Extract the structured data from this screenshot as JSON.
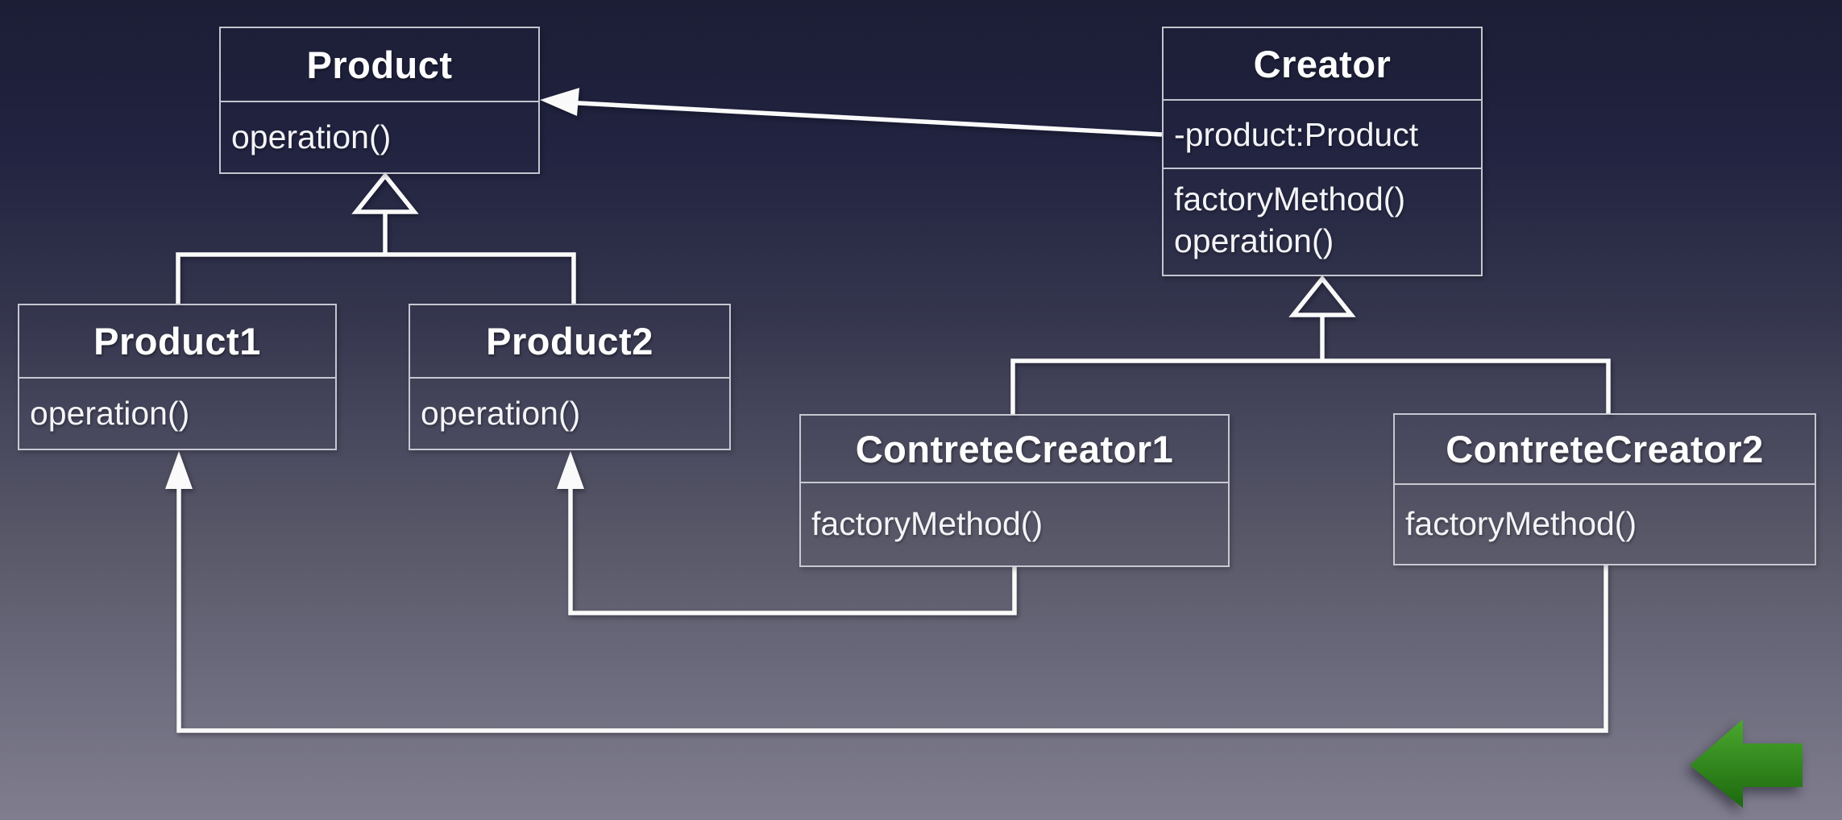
{
  "slide": {
    "background_top": "#1c1e36",
    "background_bottom": "#807e8e"
  },
  "diagram": {
    "classes": {
      "product": {
        "name": "Product",
        "methods": [
          "operation()"
        ]
      },
      "creator": {
        "name": "Creator",
        "attributes": [
          "-product:Product"
        ],
        "methods": [
          "factoryMethod()",
          "operation()"
        ]
      },
      "product1": {
        "name": "Product1",
        "methods": [
          "operation()"
        ]
      },
      "product2": {
        "name": "Product2",
        "methods": [
          "operation()"
        ]
      },
      "concrete_creator1": {
        "name": "ContreteCreator1",
        "methods": [
          "factoryMethod()"
        ]
      },
      "concrete_creator2": {
        "name": "ContreteCreator2",
        "methods": [
          "factoryMethod()"
        ]
      }
    },
    "relationships": [
      {
        "type": "association-arrow",
        "from": "Creator",
        "to": "Product"
      },
      {
        "type": "inheritance",
        "from": "Product1",
        "to": "Product"
      },
      {
        "type": "inheritance",
        "from": "Product2",
        "to": "Product"
      },
      {
        "type": "inheritance",
        "from": "ContreteCreator1",
        "to": "Creator"
      },
      {
        "type": "inheritance",
        "from": "ContreteCreator2",
        "to": "Creator"
      },
      {
        "type": "creates-arrow",
        "from": "ContreteCreator1",
        "to": "Product2"
      },
      {
        "type": "creates-arrow",
        "from": "ContreteCreator2",
        "to": "Product1"
      }
    ],
    "colors": {
      "line": "#fafafa",
      "box_border": "#d2d2dc",
      "text": "#ffffff",
      "nav_arrow_green_top": "#4aa82e",
      "nav_arrow_green_bottom": "#1c680e"
    }
  },
  "nav": {
    "back_arrow_direction": "left"
  }
}
